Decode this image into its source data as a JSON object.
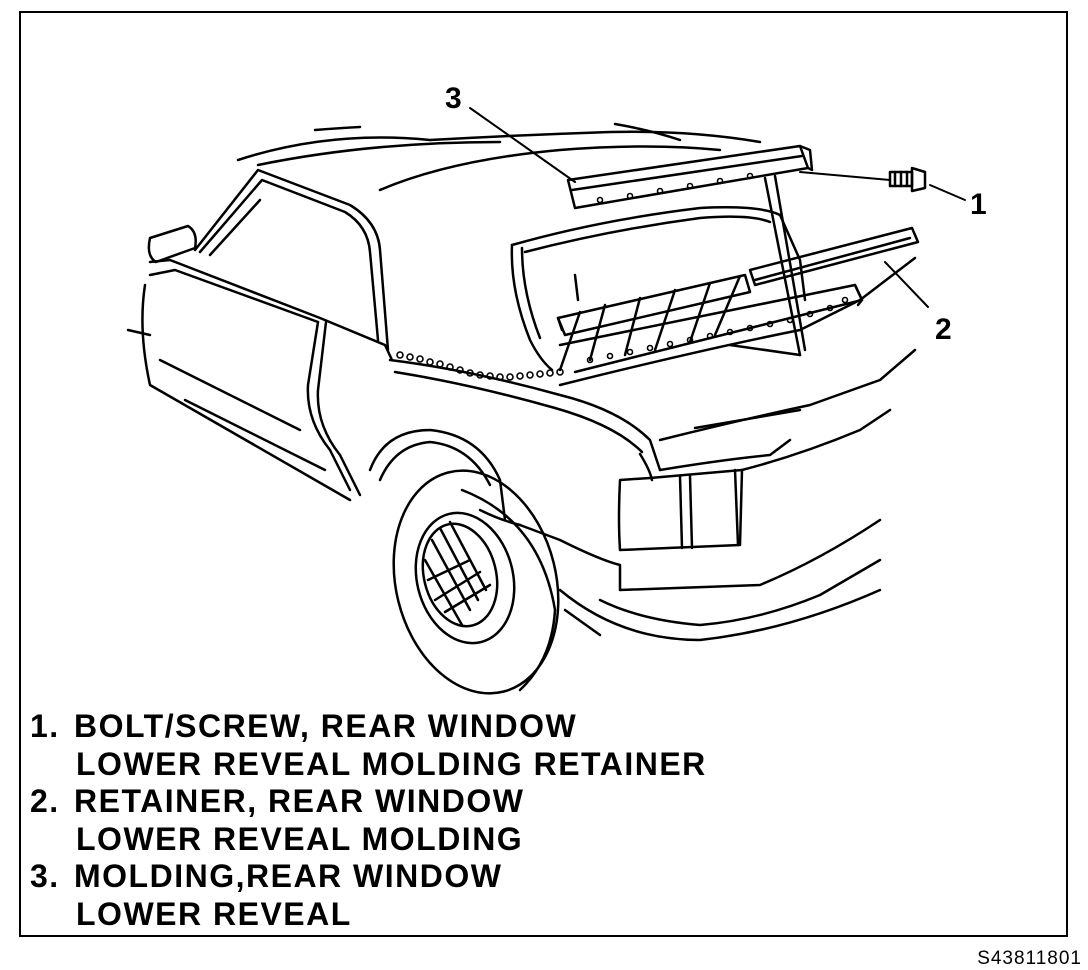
{
  "figure": {
    "callouts": [
      "1",
      "2",
      "3"
    ],
    "figure_id": "S43811801"
  },
  "legend": [
    {
      "number": "1.",
      "line1": "BOLT/SCREW, REAR WINDOW",
      "line2": "LOWER REVEAL MOLDING RETAINER"
    },
    {
      "number": "2.",
      "line1": "RETAINER, REAR WINDOW",
      "line2": "LOWER REVEAL MOLDING"
    },
    {
      "number": "3.",
      "line1": "MOLDING,REAR WINDOW",
      "line2": "LOWER REVEAL"
    }
  ]
}
